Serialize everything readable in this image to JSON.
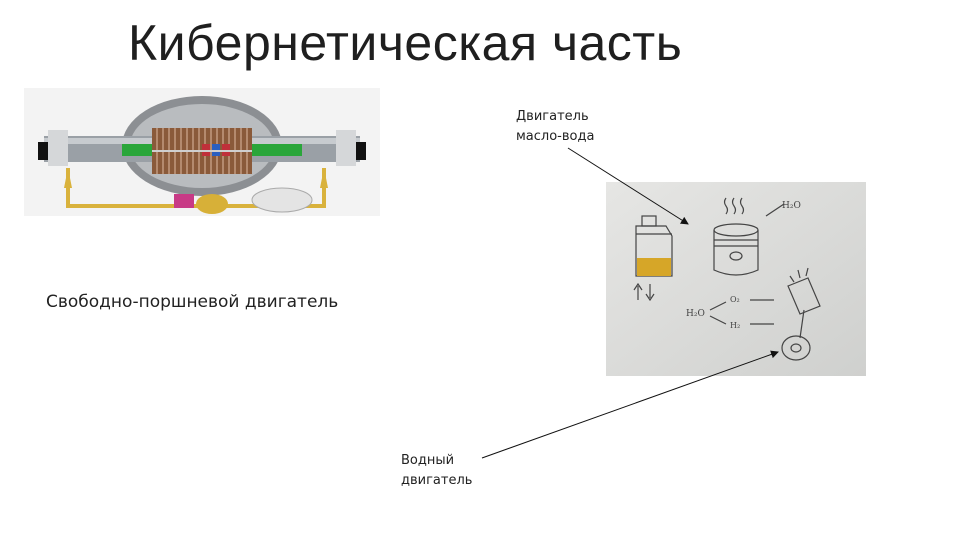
{
  "slide": {
    "title": "Кибернетическая часть",
    "free_piston_label": "Свободно-поршневой двигатель",
    "oil_water_label": [
      "Двигатель",
      "масло-вода"
    ],
    "water_engine_label": [
      "Водный",
      "двигатель"
    ],
    "sketch_texts": {
      "h2o_top": "H₂O",
      "h2o_mid": "H₂O",
      "o2": "O₂",
      "h2": "H₂"
    }
  }
}
